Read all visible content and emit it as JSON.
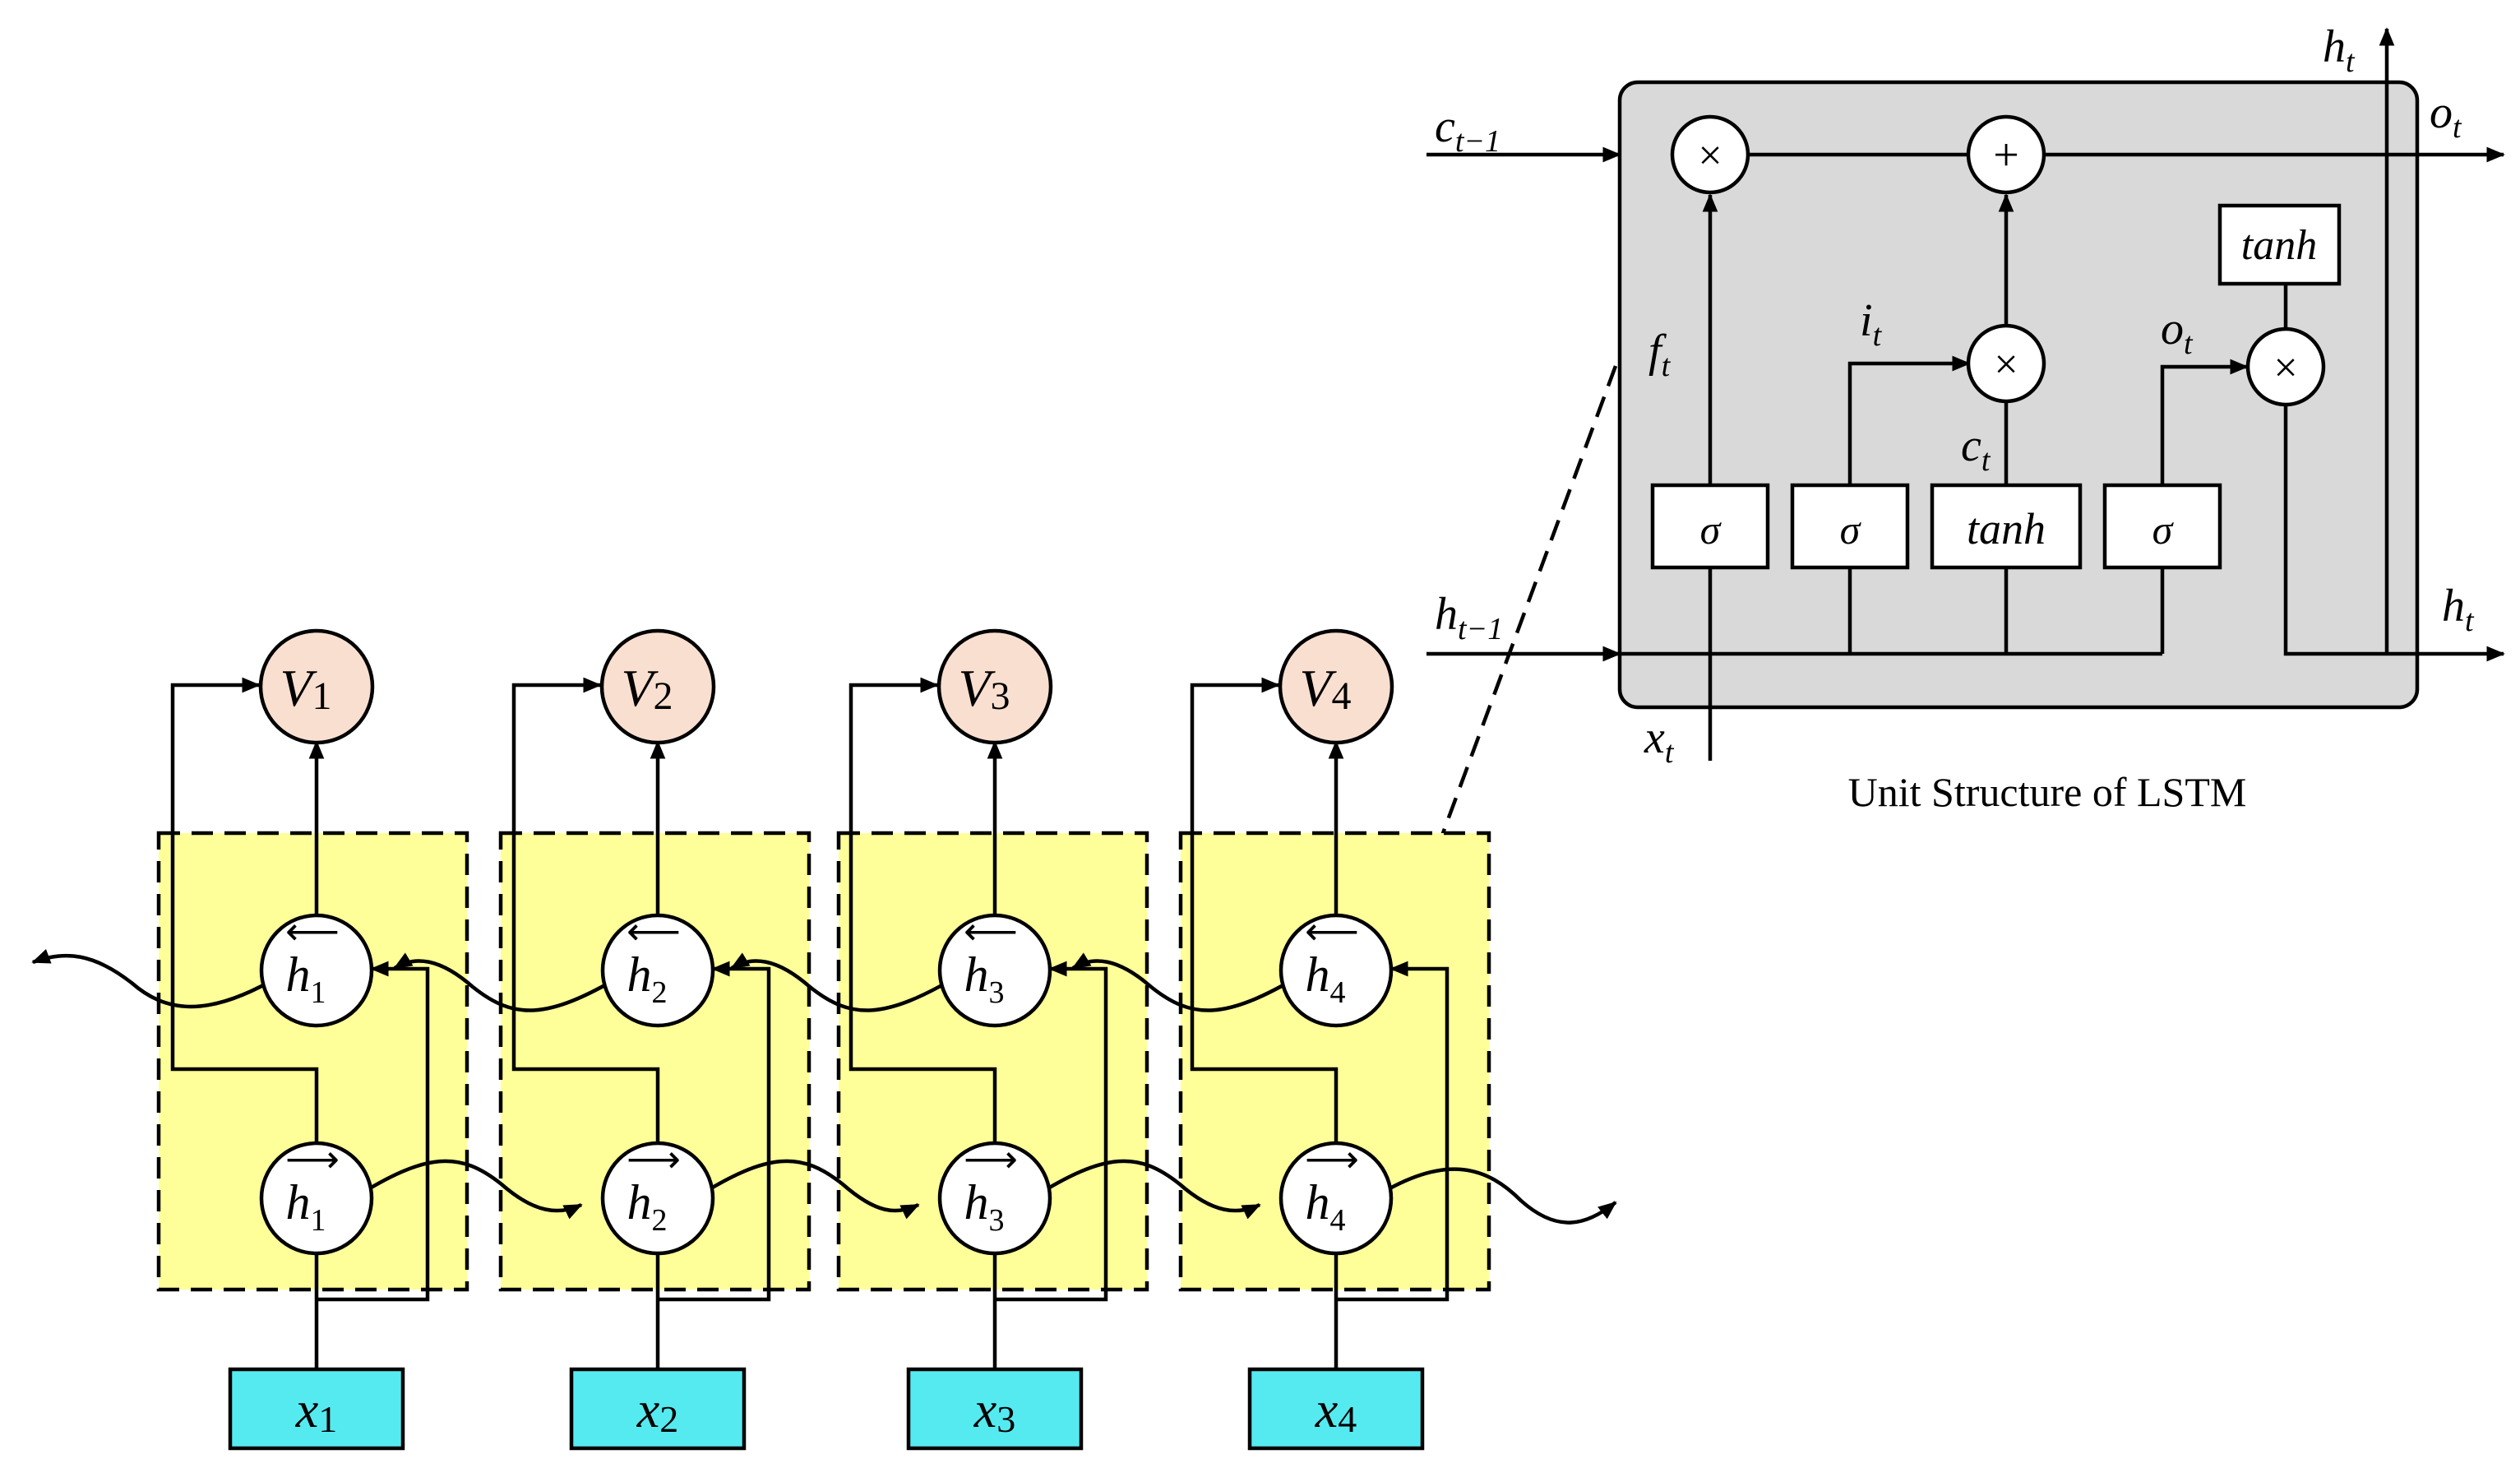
{
  "lstm_unit": {
    "caption": "Unit Structure of LSTM",
    "inputs": {
      "c_prev": "c",
      "c_prev_sub": "t−1",
      "h_prev": "h",
      "h_prev_sub": "t−1",
      "x": "x",
      "x_sub": "t"
    },
    "outputs": {
      "h_top": "h",
      "h_top_sub": "t",
      "o_right": "o",
      "o_right_sub": "t",
      "h_right": "h",
      "h_right_sub": "t"
    },
    "internal_labels": {
      "f": "f",
      "f_sub": "t",
      "i": "i",
      "i_sub": "t",
      "o": "o",
      "o_sub": "t",
      "c": "c",
      "c_sub": "t"
    },
    "gates": [
      {
        "name": "forget-gate",
        "label": "σ"
      },
      {
        "name": "input-gate",
        "label": "σ"
      },
      {
        "name": "candidate",
        "label": "tanh"
      },
      {
        "name": "output-gate",
        "label": "σ"
      }
    ],
    "output_tanh": "tanh",
    "ops": {
      "multiply": "×",
      "add": "+"
    }
  },
  "bilstm": {
    "steps": [
      {
        "input": "x",
        "index": "1",
        "output": "V",
        "out_index": "1",
        "fwd": "h",
        "fwd_index": "1",
        "bwd": "h",
        "bwd_index": "1"
      },
      {
        "input": "x",
        "index": "2",
        "output": "V",
        "out_index": "2",
        "fwd": "h",
        "fwd_index": "2",
        "bwd": "h",
        "bwd_index": "2"
      },
      {
        "input": "x",
        "index": "3",
        "output": "V",
        "out_index": "3",
        "fwd": "h",
        "fwd_index": "3",
        "bwd": "h",
        "bwd_index": "3"
      },
      {
        "input": "x",
        "index": "4",
        "output": "V",
        "out_index": "4",
        "fwd": "h",
        "fwd_index": "4",
        "bwd": "h",
        "bwd_index": "4"
      }
    ]
  }
}
